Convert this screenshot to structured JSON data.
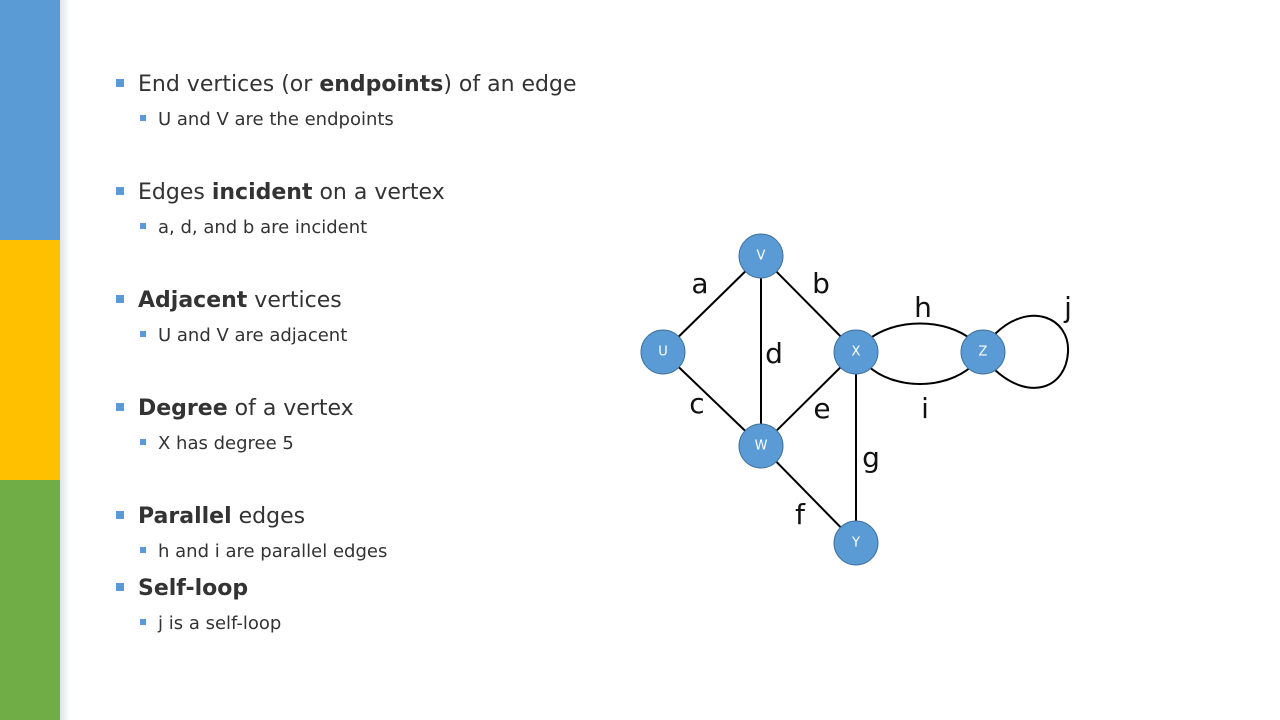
{
  "bullets": [
    {
      "level": 1,
      "pre": "End vertices (or ",
      "bold": "endpoints",
      "post": ") of an edge"
    },
    {
      "level": 2,
      "pre": "U and V are the endpoints",
      "bold": "",
      "post": ""
    },
    {
      "level": 1,
      "pre": "Edges ",
      "bold": "incident",
      "post": " on a vertex"
    },
    {
      "level": 2,
      "pre": "a, d, and b are incident",
      "bold": "",
      "post": ""
    },
    {
      "level": 1,
      "pre": "",
      "bold": "Adjacent",
      "post": " vertices"
    },
    {
      "level": 2,
      "pre": "U and V are adjacent",
      "bold": "",
      "post": ""
    },
    {
      "level": 1,
      "pre": "",
      "bold": "Degree",
      "post": " of a vertex"
    },
    {
      "level": 2,
      "pre": "X has degree 5",
      "bold": "",
      "post": ""
    },
    {
      "level": 1,
      "pre": "",
      "bold": "Parallel",
      "post": " edges"
    },
    {
      "level": 2,
      "pre": "h and i are parallel edges",
      "bold": "",
      "post": ""
    },
    {
      "level": 1,
      "pre": "",
      "bold": "Self-loop",
      "post": ""
    },
    {
      "level": 2,
      "pre": "j is a self-loop",
      "bold": "",
      "post": ""
    }
  ],
  "graph": {
    "vertices": [
      "V",
      "U",
      "X",
      "Z",
      "W",
      "Y"
    ],
    "edge_labels": [
      "a",
      "b",
      "h",
      "j",
      "d",
      "c",
      "e",
      "i",
      "g",
      "f"
    ]
  },
  "colors": {
    "accent": "#5b9bd5",
    "sidebar_blue": "#5b9bd5",
    "sidebar_yellow": "#ffc000",
    "sidebar_green": "#70ad47"
  }
}
